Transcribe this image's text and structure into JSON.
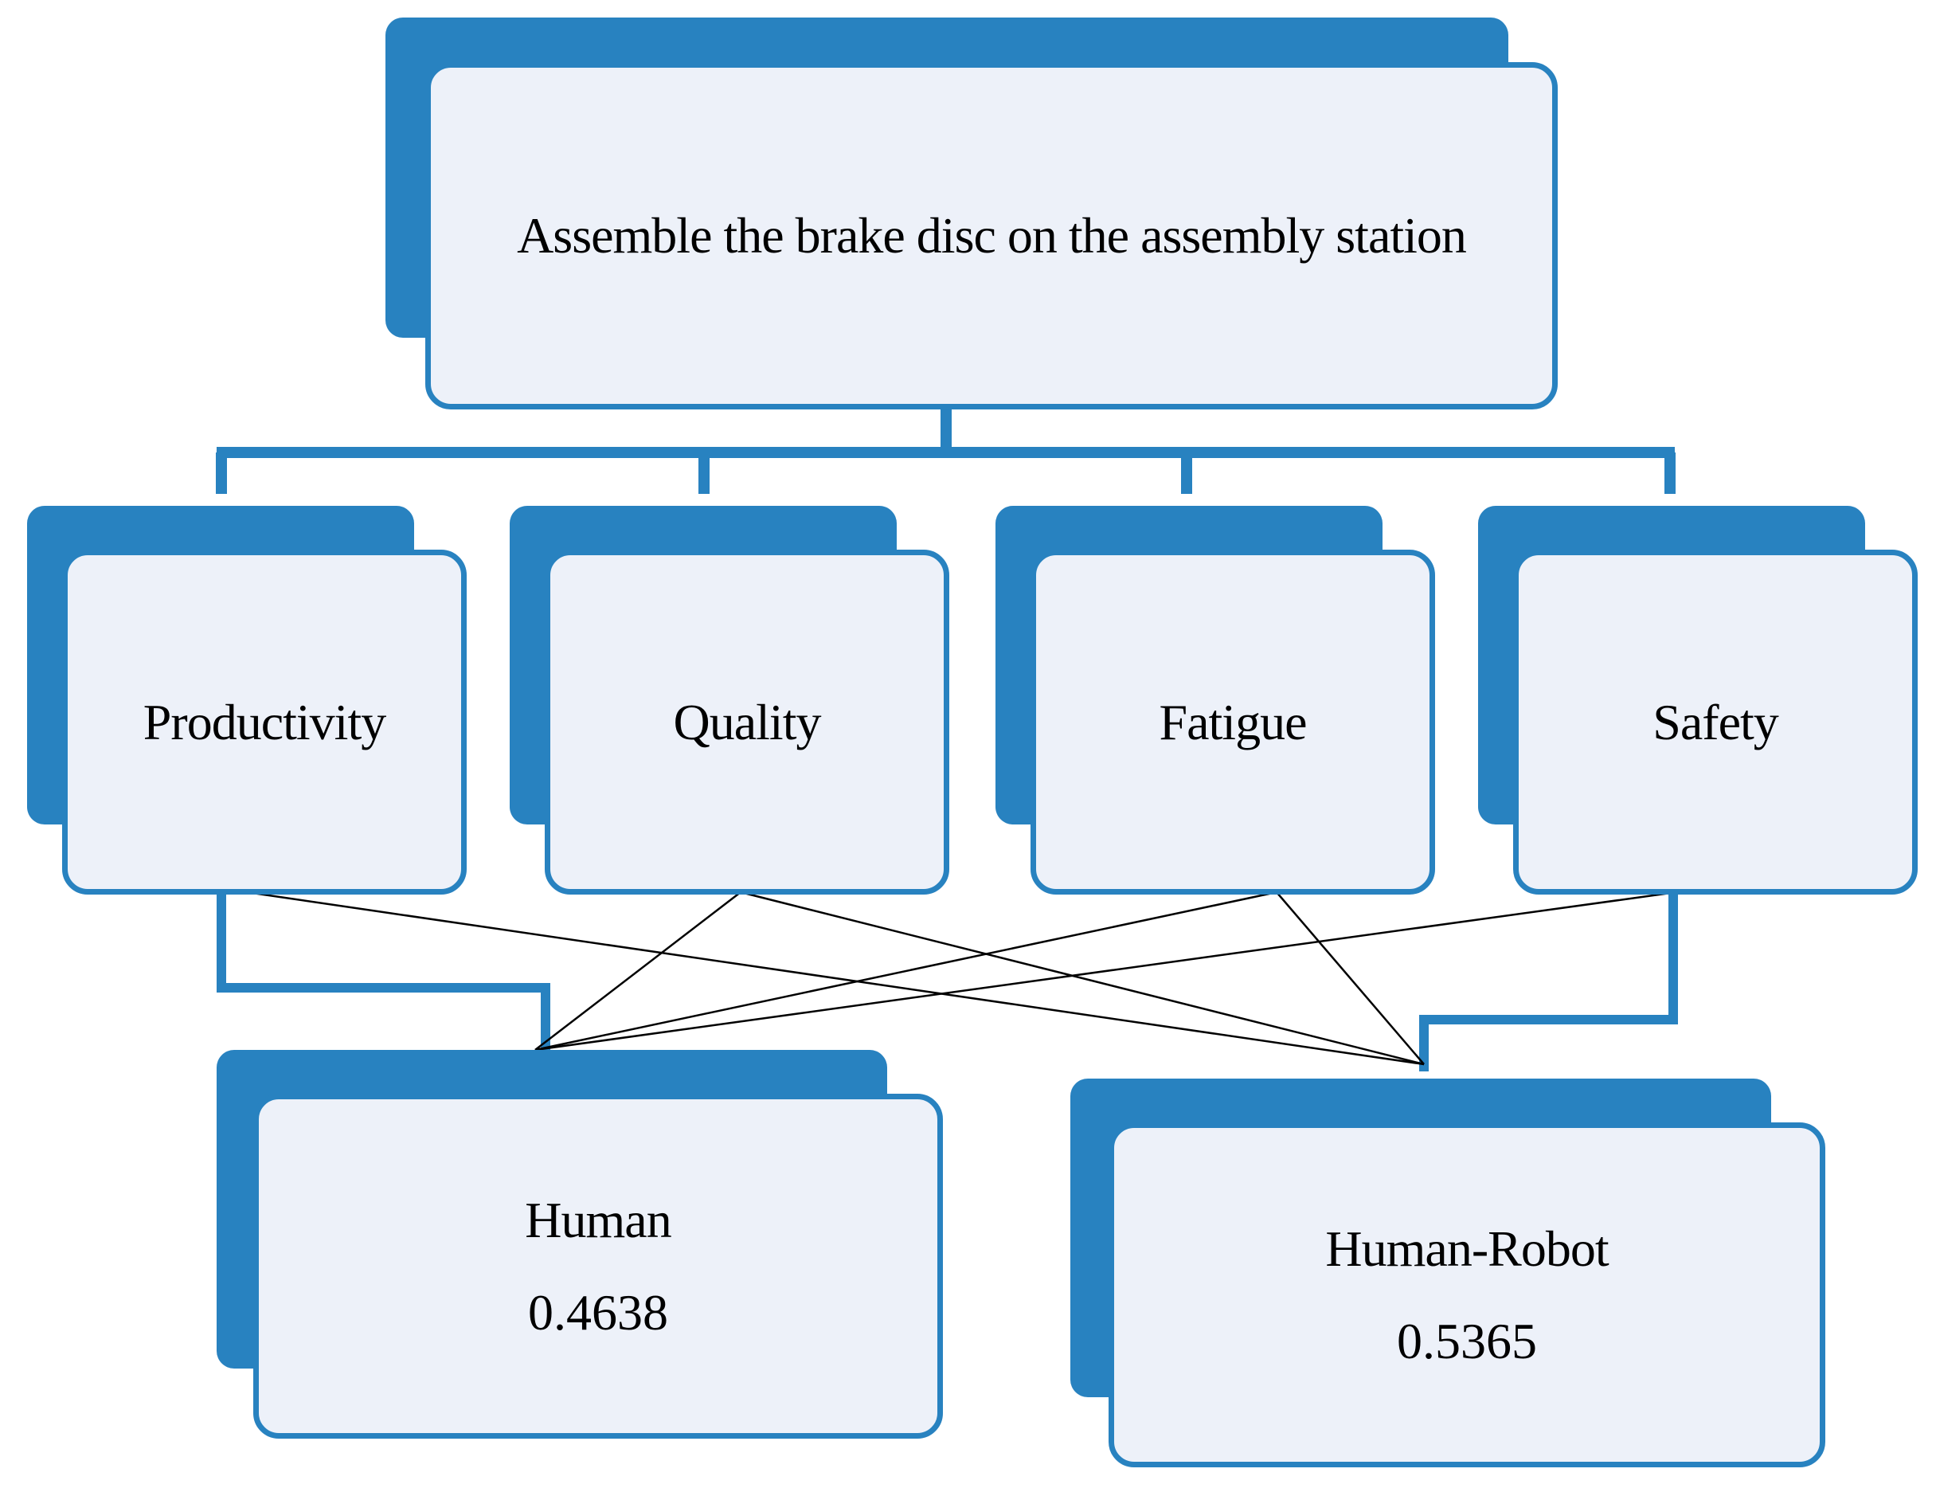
{
  "goal": {
    "label": "Assemble the brake disc on the assembly station"
  },
  "criteria": [
    {
      "id": "productivity",
      "label": "Productivity"
    },
    {
      "id": "quality",
      "label": "Quality"
    },
    {
      "id": "fatigue",
      "label": "Fatigue"
    },
    {
      "id": "safety",
      "label": "Safety"
    }
  ],
  "alternatives": [
    {
      "id": "human",
      "label": "Human",
      "score": "0.4638"
    },
    {
      "id": "human-robot",
      "label": "Human-Robot",
      "score": "0.5365"
    }
  ],
  "colors": {
    "accent": "#2882c0",
    "box_fill": "#edf1f9",
    "connector_thin": "#000000"
  }
}
